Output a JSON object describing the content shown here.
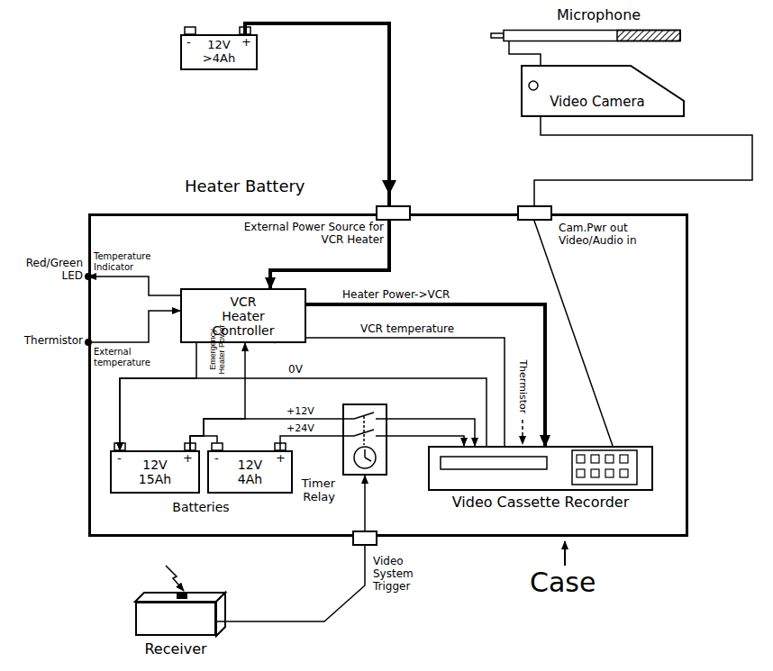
{
  "diagram": {
    "nodes": [
      {
        "text": [
          "Microphone"
        ]
      },
      {
        "text": [
          "Video Camera"
        ]
      },
      {
        "text": [
          "-",
          "+",
          "12V >4Ah",
          "Heater Battery"
        ]
      },
      {
        "text": [
          "Case"
        ]
      },
      {
        "text": [
          "VCR Heater Controller"
        ],
        "in": 3
      },
      {
        "text": [
          "-",
          "+",
          "12V 15Ah"
        ],
        "in": 3
      },
      {
        "text": [
          "-",
          "+",
          "12V 4Ah"
        ],
        "in": 3
      },
      {
        "text": [
          "Timer Relay"
        ],
        "in": 3
      },
      {
        "text": [
          "Video Cassette Recorder"
        ],
        "in": 3
      },
      {
        "text": [
          "Receiver"
        ]
      }
    ],
    "edges": [
      {
        "from": 2,
        "to": 4,
        "label": "External Power Source for VCR Heater",
        "arrow": "to"
      },
      {
        "from": 4,
        "to": 8,
        "label": "Heater Power->VCR",
        "arrow": "to"
      },
      {
        "from": 8,
        "to": 4,
        "label": "VCR temperature",
        "arrow": "to"
      },
      {
        "from": 5,
        "to": 4,
        "label": "Emergency Heater Power",
        "arrow": "to"
      },
      {
        "from": 4,
        "to": 5,
        "arrow": "to"
      },
      {
        "from": 8,
        "to": 5,
        "label": "0V",
        "arrow": "to"
      },
      {
        "from": 5,
        "to": 7,
        "label": "+12V",
        "arrow": "none"
      },
      {
        "from": 6,
        "to": 7,
        "label": "+24V",
        "arrow": "none"
      },
      {
        "from": 7,
        "to": 8,
        "arrow": "to"
      },
      {
        "from": 7,
        "to": 8,
        "arrow": "to"
      },
      {
        "from": 9,
        "to": 7,
        "label": "Video System Trigger",
        "arrow": "to"
      },
      {
        "from": 1,
        "to": 8,
        "label": "Cam.Pwr out Video/Audio in",
        "arrow": "none"
      },
      {
        "from": 0,
        "to": 1,
        "arrow": "none"
      }
    ],
    "labels": [
      "Red/Green LED",
      "Temperature Indicator",
      "Thermistor",
      "External temperature",
      "Batteries",
      "Thermistor"
    ]
  }
}
